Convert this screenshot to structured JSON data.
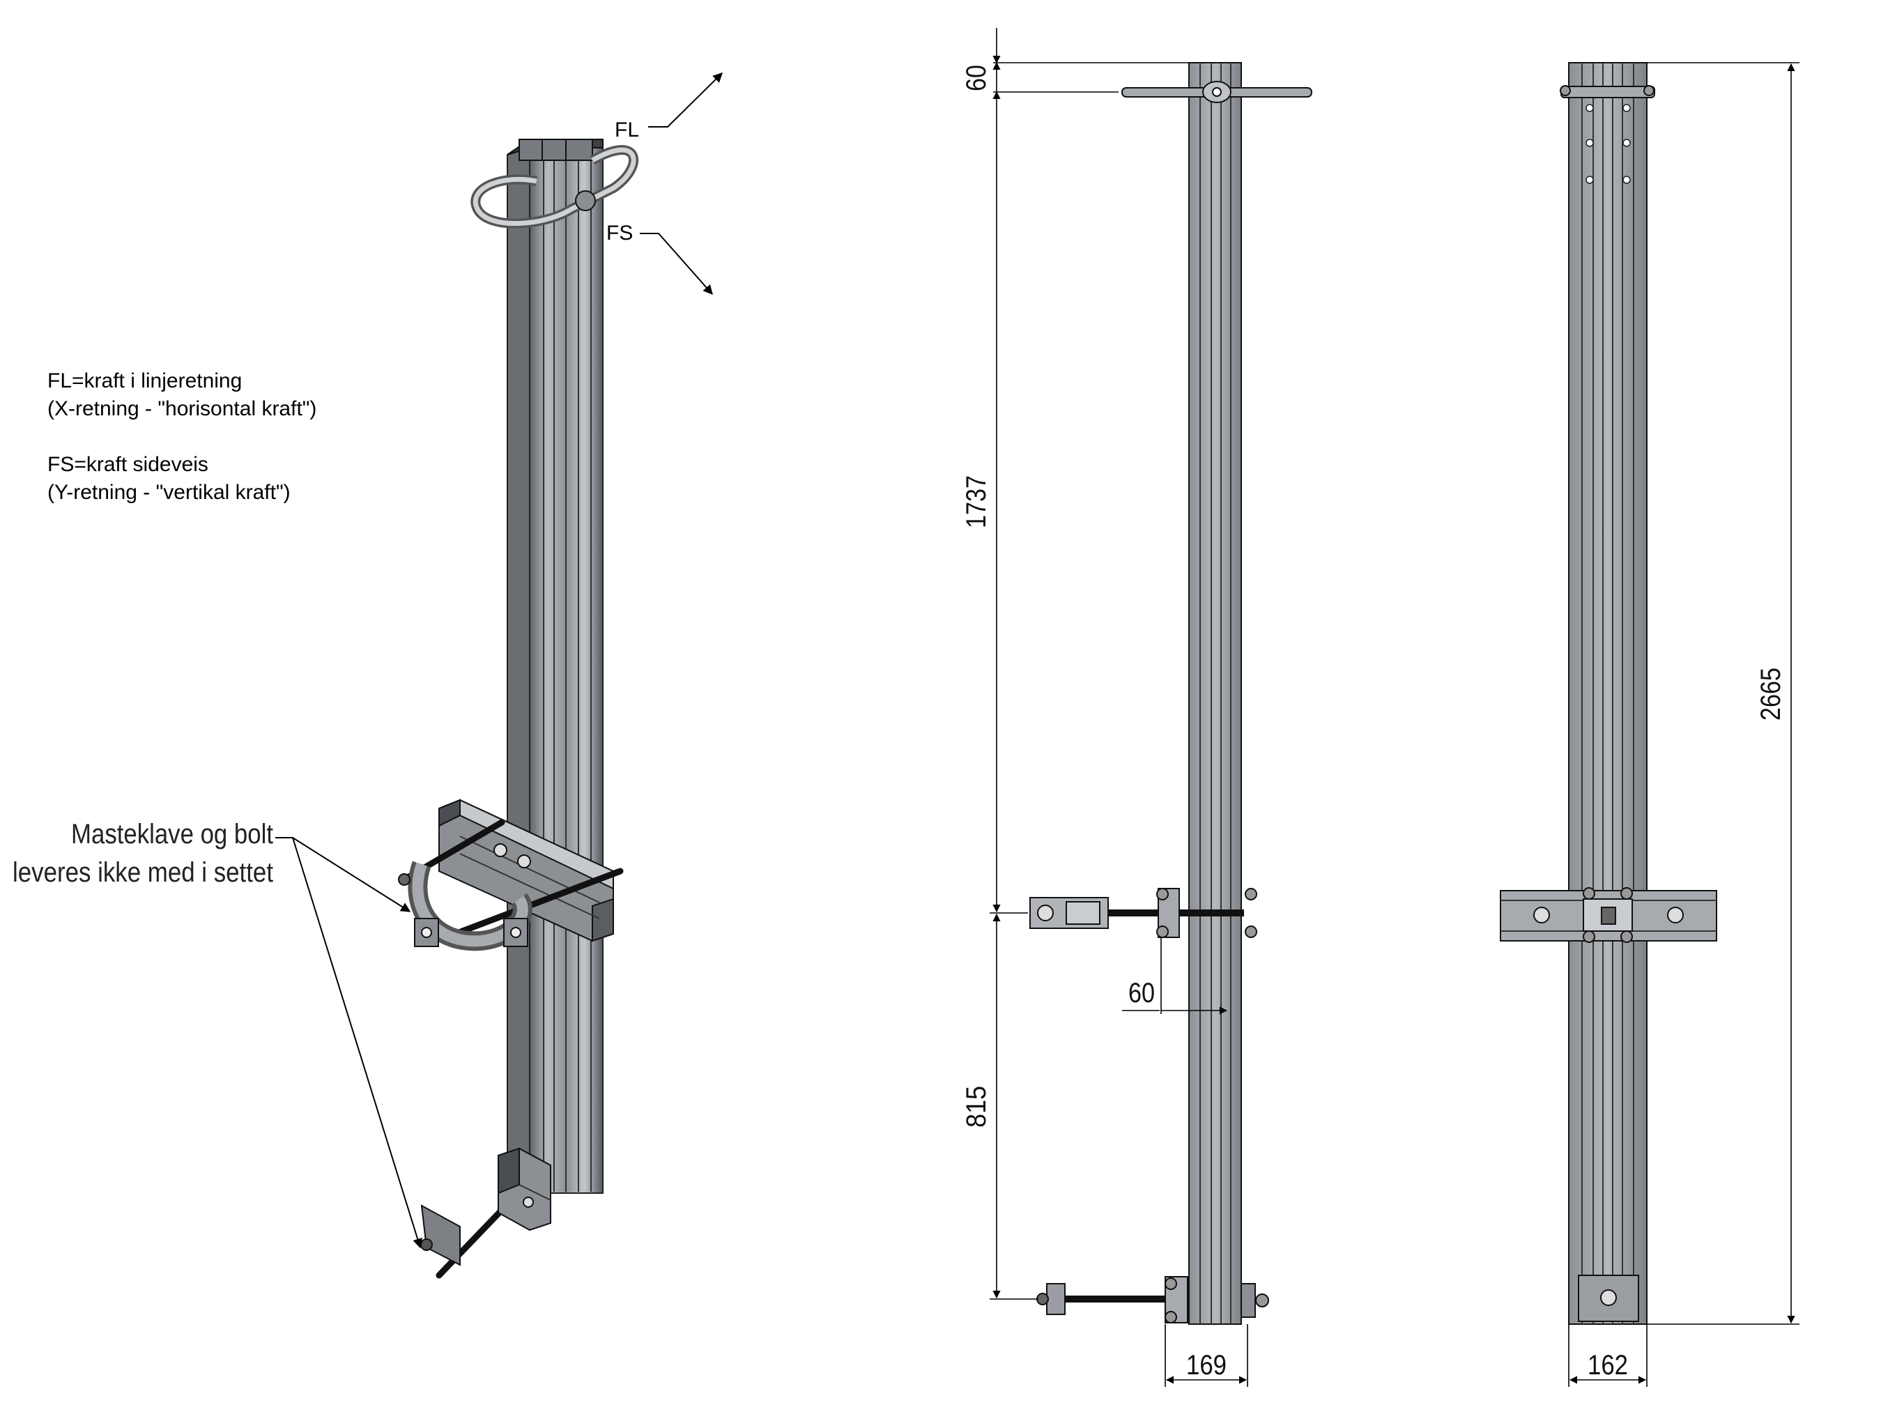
{
  "force_labels": {
    "fl": "FL",
    "fs": "FS"
  },
  "legend": {
    "line1": "FL=kraft i linjeretning",
    "line2": "(X-retning - \"horisontal kraft\")",
    "line3": "FS=kraft sideveis",
    "line4": "(Y-retning - \"vertikal kraft\")"
  },
  "callout": {
    "line1": "Masteklave og bolt",
    "line2": "leveres ikke med i settet"
  },
  "dimensions": {
    "top_offset": "60",
    "upper_span": "1737",
    "lower_span": "815",
    "bolt_offset": "60",
    "side_width": "169",
    "total_height": "2665",
    "front_width": "162"
  },
  "colors": {
    "profile": "#9a9ea3",
    "profile_dark": "#4d5157",
    "line": "#000000"
  }
}
